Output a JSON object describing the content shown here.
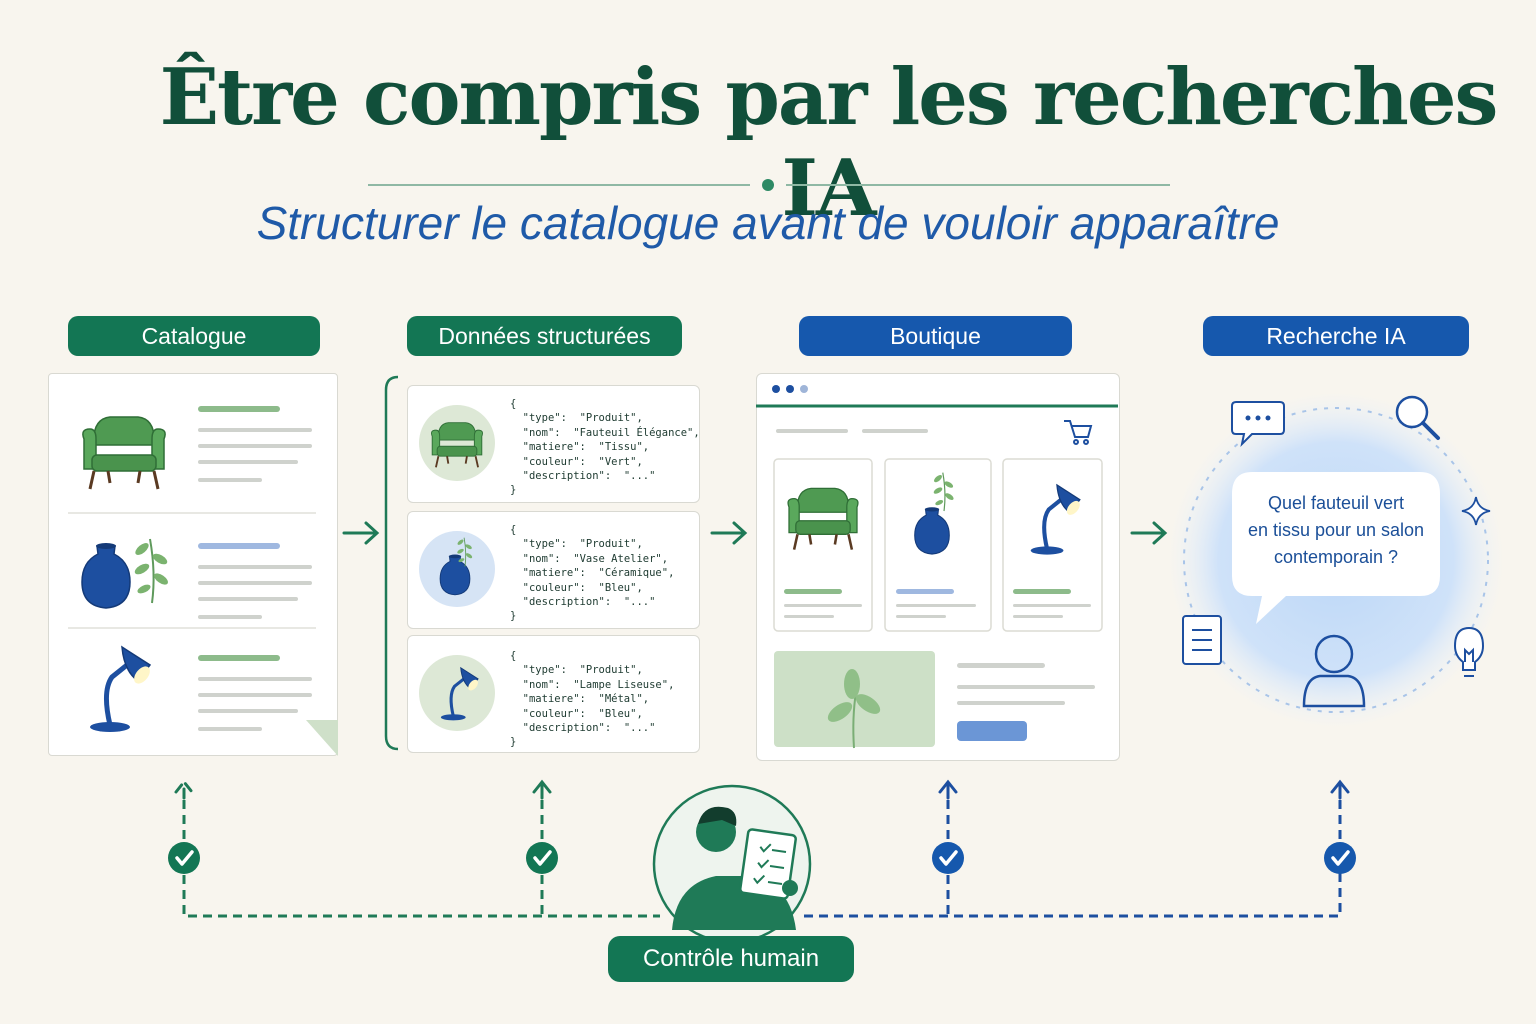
{
  "title": "Être compris par les recherches IA",
  "subtitle": "Structurer le catalogue avant de vouloir apparaître",
  "stages": [
    {
      "label": "Catalogue",
      "color": "#137654"
    },
    {
      "label": "Données structurées",
      "color": "#137654"
    },
    {
      "label": "Boutique",
      "color": "#1658ad"
    },
    {
      "label": "Recherche IA",
      "color": "#1658ad"
    }
  ],
  "products": [
    {
      "type": "Produit",
      "nom": "Fauteuil Élégance",
      "matiere": "Tissu",
      "couleur": "Vert",
      "description": "...",
      "icon": "armchair-icon"
    },
    {
      "type": "Produit",
      "nom": "Vase Atelier",
      "matiere": "Céramique",
      "couleur": "Bleu",
      "description": "...",
      "icon": "vase-icon"
    },
    {
      "type": "Produit",
      "nom": "Lampe Liseuse",
      "matiere": "Métal",
      "couleur": "Bleu",
      "description": "...",
      "icon": "lamp-icon"
    }
  ],
  "json_keys": {
    "type": "\"type\":",
    "nom": "\"nom\":",
    "matiere": "\"matiere\":",
    "couleur": "\"couleur\":",
    "description": "\"description\":"
  },
  "ai_query": [
    "Quel fauteuil vert",
    "en tissu pour un salon",
    "contemporain ?"
  ],
  "human_control": "Contrôle humain",
  "colors": {
    "green": "#137654",
    "blue": "#1658ad",
    "title": "#114f3a",
    "background": "#f8f5ee"
  }
}
